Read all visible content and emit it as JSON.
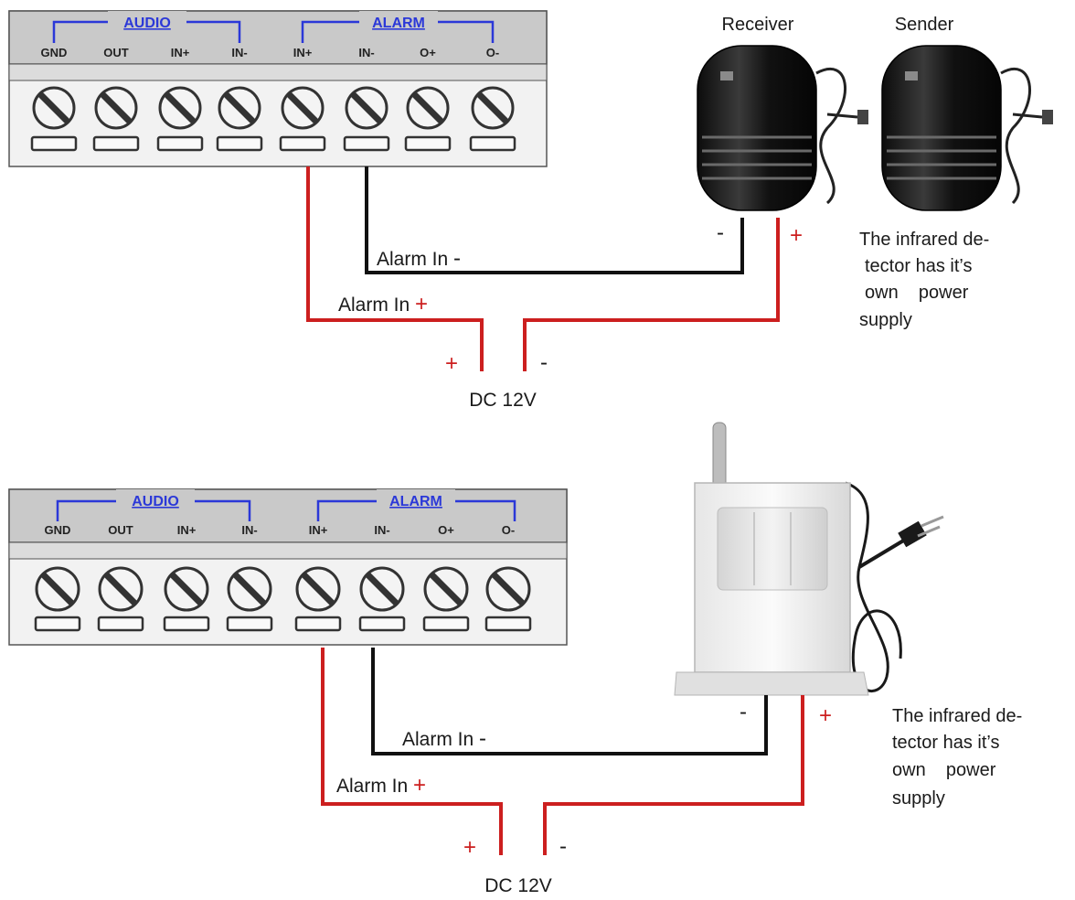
{
  "colors": {
    "group_bracket": "#2b38d8",
    "wire_positive": "#cc1f1f",
    "wire_negative": "#111111",
    "terminal_body": "#f2f2f2",
    "terminal_header": "#c9c9c9"
  },
  "diagrams": [
    {
      "terminal": {
        "groups": [
          "AUDIO",
          "ALARM"
        ],
        "pins": [
          "GND",
          "OUT",
          "IN+",
          "IN-",
          "IN+",
          "IN-",
          "O+",
          "O-"
        ]
      },
      "device_labels": [
        "Receiver",
        "Sender"
      ],
      "wire_negative": {
        "label": "Alarm In",
        "symbol": "-"
      },
      "wire_positive": {
        "label": "Alarm In",
        "symbol": "+"
      },
      "device_polarity": {
        "negative": "-",
        "positive": "+"
      },
      "power": {
        "label": "DC 12V",
        "plus": "+",
        "minus": "-"
      },
      "note_lines": [
        "The infrared de-",
        "tector has it’s",
        "own    power",
        "supply"
      ]
    },
    {
      "terminal": {
        "groups": [
          "AUDIO",
          "ALARM"
        ],
        "pins": [
          "GND",
          "OUT",
          "IN+",
          "IN-",
          "IN+",
          "IN-",
          "O+",
          "O-"
        ]
      },
      "device_labels": [],
      "wire_negative": {
        "label": "Alarm In",
        "symbol": "-"
      },
      "wire_positive": {
        "label": "Alarm In",
        "symbol": "+"
      },
      "device_polarity": {
        "negative": "-",
        "positive": "+"
      },
      "power": {
        "label": "DC 12V",
        "plus": "+",
        "minus": "-"
      },
      "note_lines": [
        "The infrared de-",
        "tector has it’s",
        "own    power",
        "supply"
      ]
    }
  ]
}
